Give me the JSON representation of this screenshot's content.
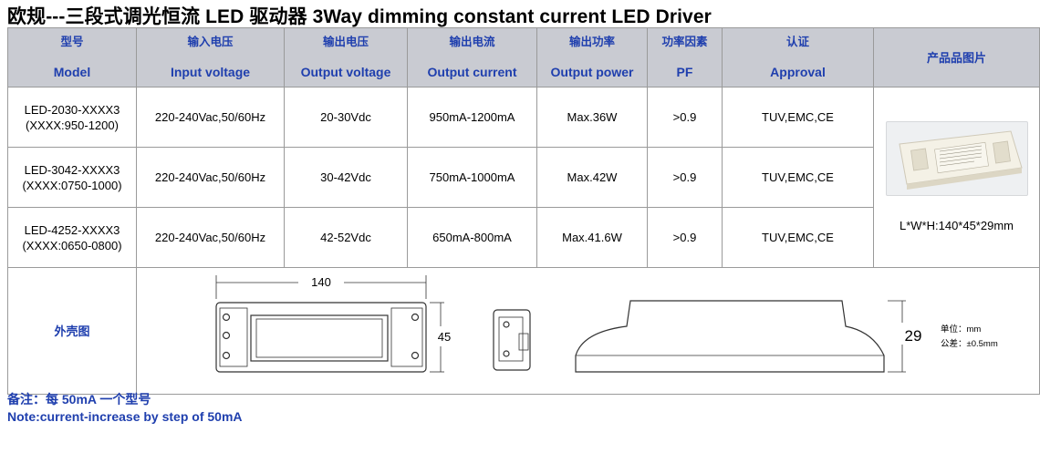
{
  "title": "欧规---三段式调光恒流 LED 驱动器  3Way dimming constant current LED Driver",
  "headers": [
    {
      "cn": "型号",
      "en": "Model"
    },
    {
      "cn": "输入电压",
      "en": "Input voltage"
    },
    {
      "cn": "输出电压",
      "en": "Output voltage"
    },
    {
      "cn": "输出电流",
      "en": "Output current"
    },
    {
      "cn": "输出功率",
      "en": "Output power"
    },
    {
      "cn": "功率因素",
      "en": "PF"
    },
    {
      "cn": "认证",
      "en": "Approval"
    },
    {
      "cn": "产品品图片",
      "en": ""
    }
  ],
  "photo_header": "产品品图片",
  "rows": [
    {
      "model_line1": "LED-2030-XXXX3",
      "model_line2": "(XXXX:950-1200)",
      "input": "220-240Vac,50/60Hz",
      "output_voltage": "20-30Vdc",
      "output_current": "950mA-1200mA",
      "power": "Max.36W",
      "pf": ">0.9",
      "approval": "TUV,EMC,CE"
    },
    {
      "model_line1": "LED-3042-XXXX3",
      "model_line2": "(XXXX:0750-1000)",
      "input": "220-240Vac,50/60Hz",
      "output_voltage": "30-42Vdc",
      "output_current": "750mA-1000mA",
      "power": "Max.42W",
      "pf": ">0.9",
      "approval": "TUV,EMC,CE"
    },
    {
      "model_line1": "LED-4252-XXXX3",
      "model_line2": "(XXXX:0650-0800)",
      "input": "220-240Vac,50/60Hz",
      "output_voltage": "42-52Vdc",
      "output_current": "650mA-800mA",
      "power": "Max.41.6W",
      "pf": ">0.9",
      "approval": "TUV,EMC,CE"
    }
  ],
  "product_dims": "L*W*H:140*45*29mm",
  "shell_label": "外壳图",
  "drawing": {
    "length": "140",
    "width": "45",
    "height": "29",
    "unit": "单位：mm",
    "tolerance": "公差：±0.5mm"
  },
  "notes": {
    "cn": "备注：每 50mA 一个型号",
    "en": "Note:current-increase by step of 50mA"
  },
  "colors": {
    "header_bg": "#c9cbd2",
    "header_text": "#1f3fae",
    "note_text": "#1f3fae"
  }
}
